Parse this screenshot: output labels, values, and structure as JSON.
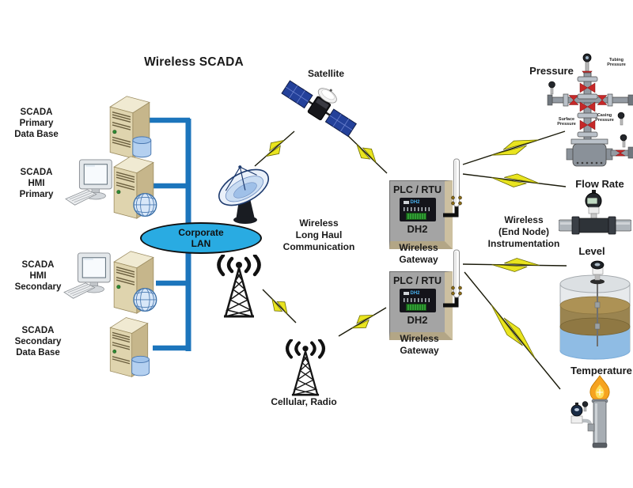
{
  "title": "Wireless SCADA",
  "colors": {
    "lan_fill": "#29ABE2",
    "line_blue": "#1C75BC",
    "bolt_yellow": "#E9E41F"
  },
  "scada_nodes": [
    {
      "lines": [
        "SCADA",
        "Primary",
        "Data Base"
      ]
    },
    {
      "lines": [
        "SCADA",
        "HMI",
        "Primary"
      ]
    },
    {
      "lines": [
        "SCADA",
        "HMI",
        "Secondary"
      ]
    },
    {
      "lines": [
        "SCADA",
        "Secondary",
        "Data Base"
      ]
    }
  ],
  "lan": {
    "lines": [
      "Corporate",
      "LAN"
    ]
  },
  "comm": {
    "satellite": "Satellite",
    "long_haul": [
      "Wireless",
      "Long Haul",
      "Communication"
    ],
    "cellular": "Cellular, Radio"
  },
  "gateways": [
    {
      "header": "PLC / RTU",
      "device_label": "DH2",
      "model": "DH2",
      "caption": [
        "Wireless",
        "Gateway"
      ]
    },
    {
      "header": "PLC / RTU",
      "device_label": "DH2",
      "model": "DH2",
      "caption": [
        "Wireless",
        "Gateway"
      ]
    }
  ],
  "end_node": [
    "Wireless",
    "(End Node)",
    "Instrumentation"
  ],
  "instruments": {
    "pressure": {
      "label": "Pressure",
      "sublabels": [
        [
          "Tubing",
          "Pressure"
        ],
        [
          "Casing",
          "Pressure"
        ],
        [
          "Surface",
          "Pressure"
        ]
      ]
    },
    "flow_rate": {
      "label": "Flow Rate"
    },
    "level": {
      "label": "Level"
    },
    "temperature": {
      "label": "Temperature"
    }
  }
}
